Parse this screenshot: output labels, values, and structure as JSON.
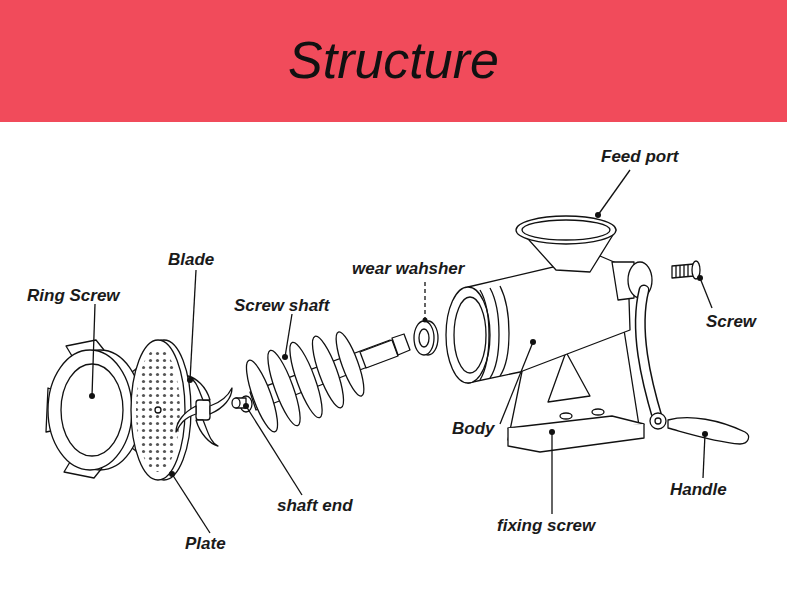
{
  "diagram": {
    "title": "Structure",
    "labels": [
      "Feed port",
      "Blade",
      "wear wahsher",
      "Ring Screw",
      "Screw shaft",
      "Screw",
      "Body",
      "Handle",
      "shaft end",
      "fixing screw",
      "Plate"
    ]
  }
}
